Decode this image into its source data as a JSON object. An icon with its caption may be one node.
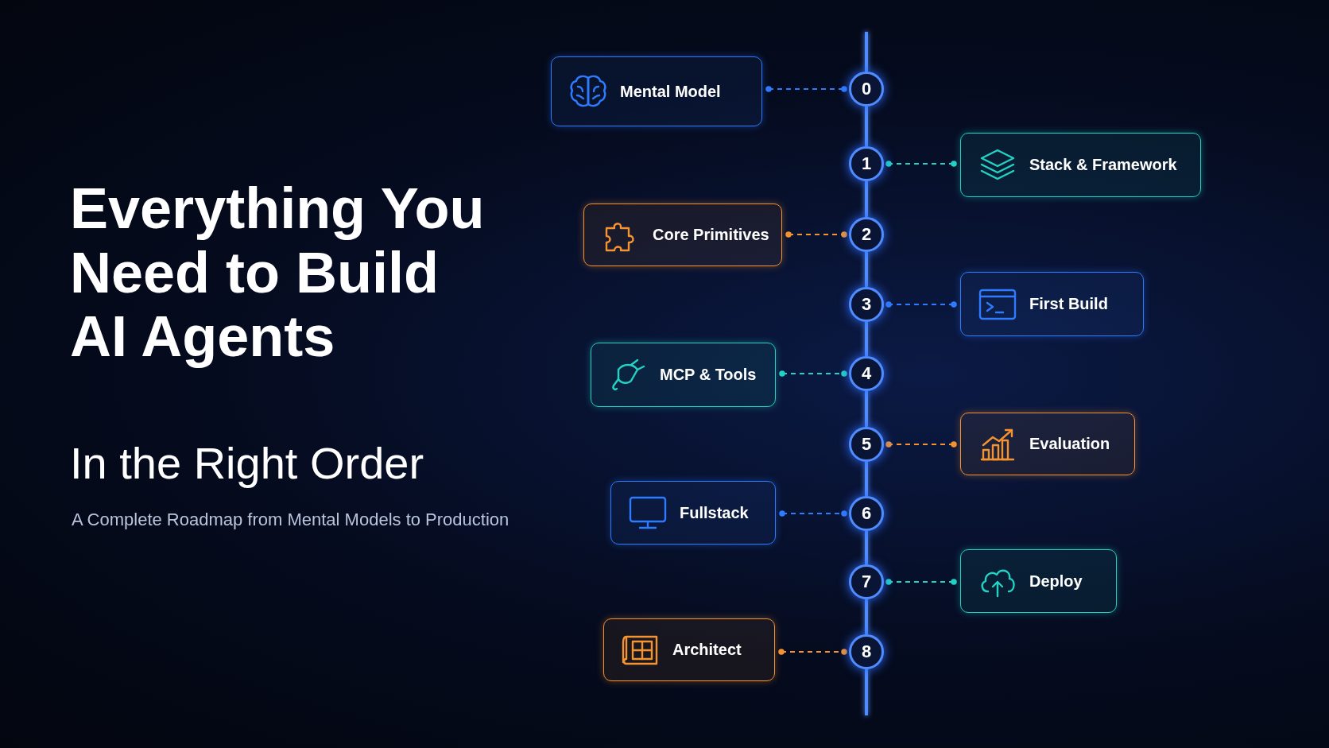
{
  "diagram": {
    "title": "Everything You Need to Build AI Agents",
    "nodes": [
      {
        "text": [
          "Mental Model"
        ]
      },
      {
        "text": [
          "0"
        ]
      },
      {
        "text": [
          "Stack & Framework"
        ]
      },
      {
        "text": [
          "1"
        ]
      },
      {
        "text": [
          "Core Primitives"
        ]
      },
      {
        "text": [
          "2"
        ]
      },
      {
        "text": [
          "First Build"
        ]
      },
      {
        "text": [
          "3"
        ]
      },
      {
        "text": [
          "MCP & Tools"
        ]
      },
      {
        "text": [
          "4"
        ]
      },
      {
        "text": [
          "Evaluation"
        ]
      },
      {
        "text": [
          "5"
        ]
      },
      {
        "text": [
          "Fullstack"
        ]
      },
      {
        "text": [
          "6"
        ]
      },
      {
        "text": [
          "Deploy"
        ]
      },
      {
        "text": [
          "7"
        ]
      },
      {
        "text": [
          "Architect"
        ]
      },
      {
        "text": [
          "8"
        ]
      }
    ],
    "edges": [
      {
        "from": 0,
        "to": 1,
        "arrow": "other",
        "style": "dashed",
        "color": "#2f7bff"
      },
      {
        "from": 2,
        "to": 3,
        "arrow": "other",
        "style": "dashed",
        "color": "#22d3c5"
      },
      {
        "from": 4,
        "to": 5,
        "arrow": "other",
        "style": "dashed",
        "color": "#f59331"
      },
      {
        "from": 6,
        "to": 7,
        "arrow": "other",
        "style": "dashed",
        "color": "#2f7bff"
      },
      {
        "from": 8,
        "to": 9,
        "arrow": "other",
        "style": "dashed",
        "color": "#22d3c5"
      },
      {
        "from": 10,
        "to": 11,
        "arrow": "other",
        "style": "dashed",
        "color": "#f59331"
      },
      {
        "from": 12,
        "to": 13,
        "arrow": "other",
        "style": "dashed",
        "color": "#2f7bff"
      },
      {
        "from": 14,
        "to": 15,
        "arrow": "other",
        "style": "dashed",
        "color": "#22d3c5"
      },
      {
        "from": 16,
        "to": 17,
        "arrow": "other",
        "style": "dashed",
        "color": "#f59331"
      },
      {
        "from": 1,
        "to": 3,
        "arrow": "none",
        "color": "#4f8dff"
      },
      {
        "from": 3,
        "to": 5,
        "arrow": "none",
        "color": "#4f8dff"
      },
      {
        "from": 5,
        "to": 7,
        "arrow": "none",
        "color": "#4f8dff"
      },
      {
        "from": 7,
        "to": 9,
        "arrow": "none",
        "color": "#4f8dff"
      },
      {
        "from": 9,
        "to": 11,
        "arrow": "none",
        "color": "#4f8dff"
      },
      {
        "from": 11,
        "to": 13,
        "arrow": "none",
        "color": "#4f8dff"
      },
      {
        "from": 13,
        "to": 15,
        "arrow": "none",
        "color": "#4f8dff"
      },
      {
        "from": 15,
        "to": 17,
        "arrow": "none",
        "color": "#4f8dff"
      }
    ],
    "labels": [
      "In the Right Order",
      "A Complete Roadmap from Mental Models to Production"
    ]
  }
}
